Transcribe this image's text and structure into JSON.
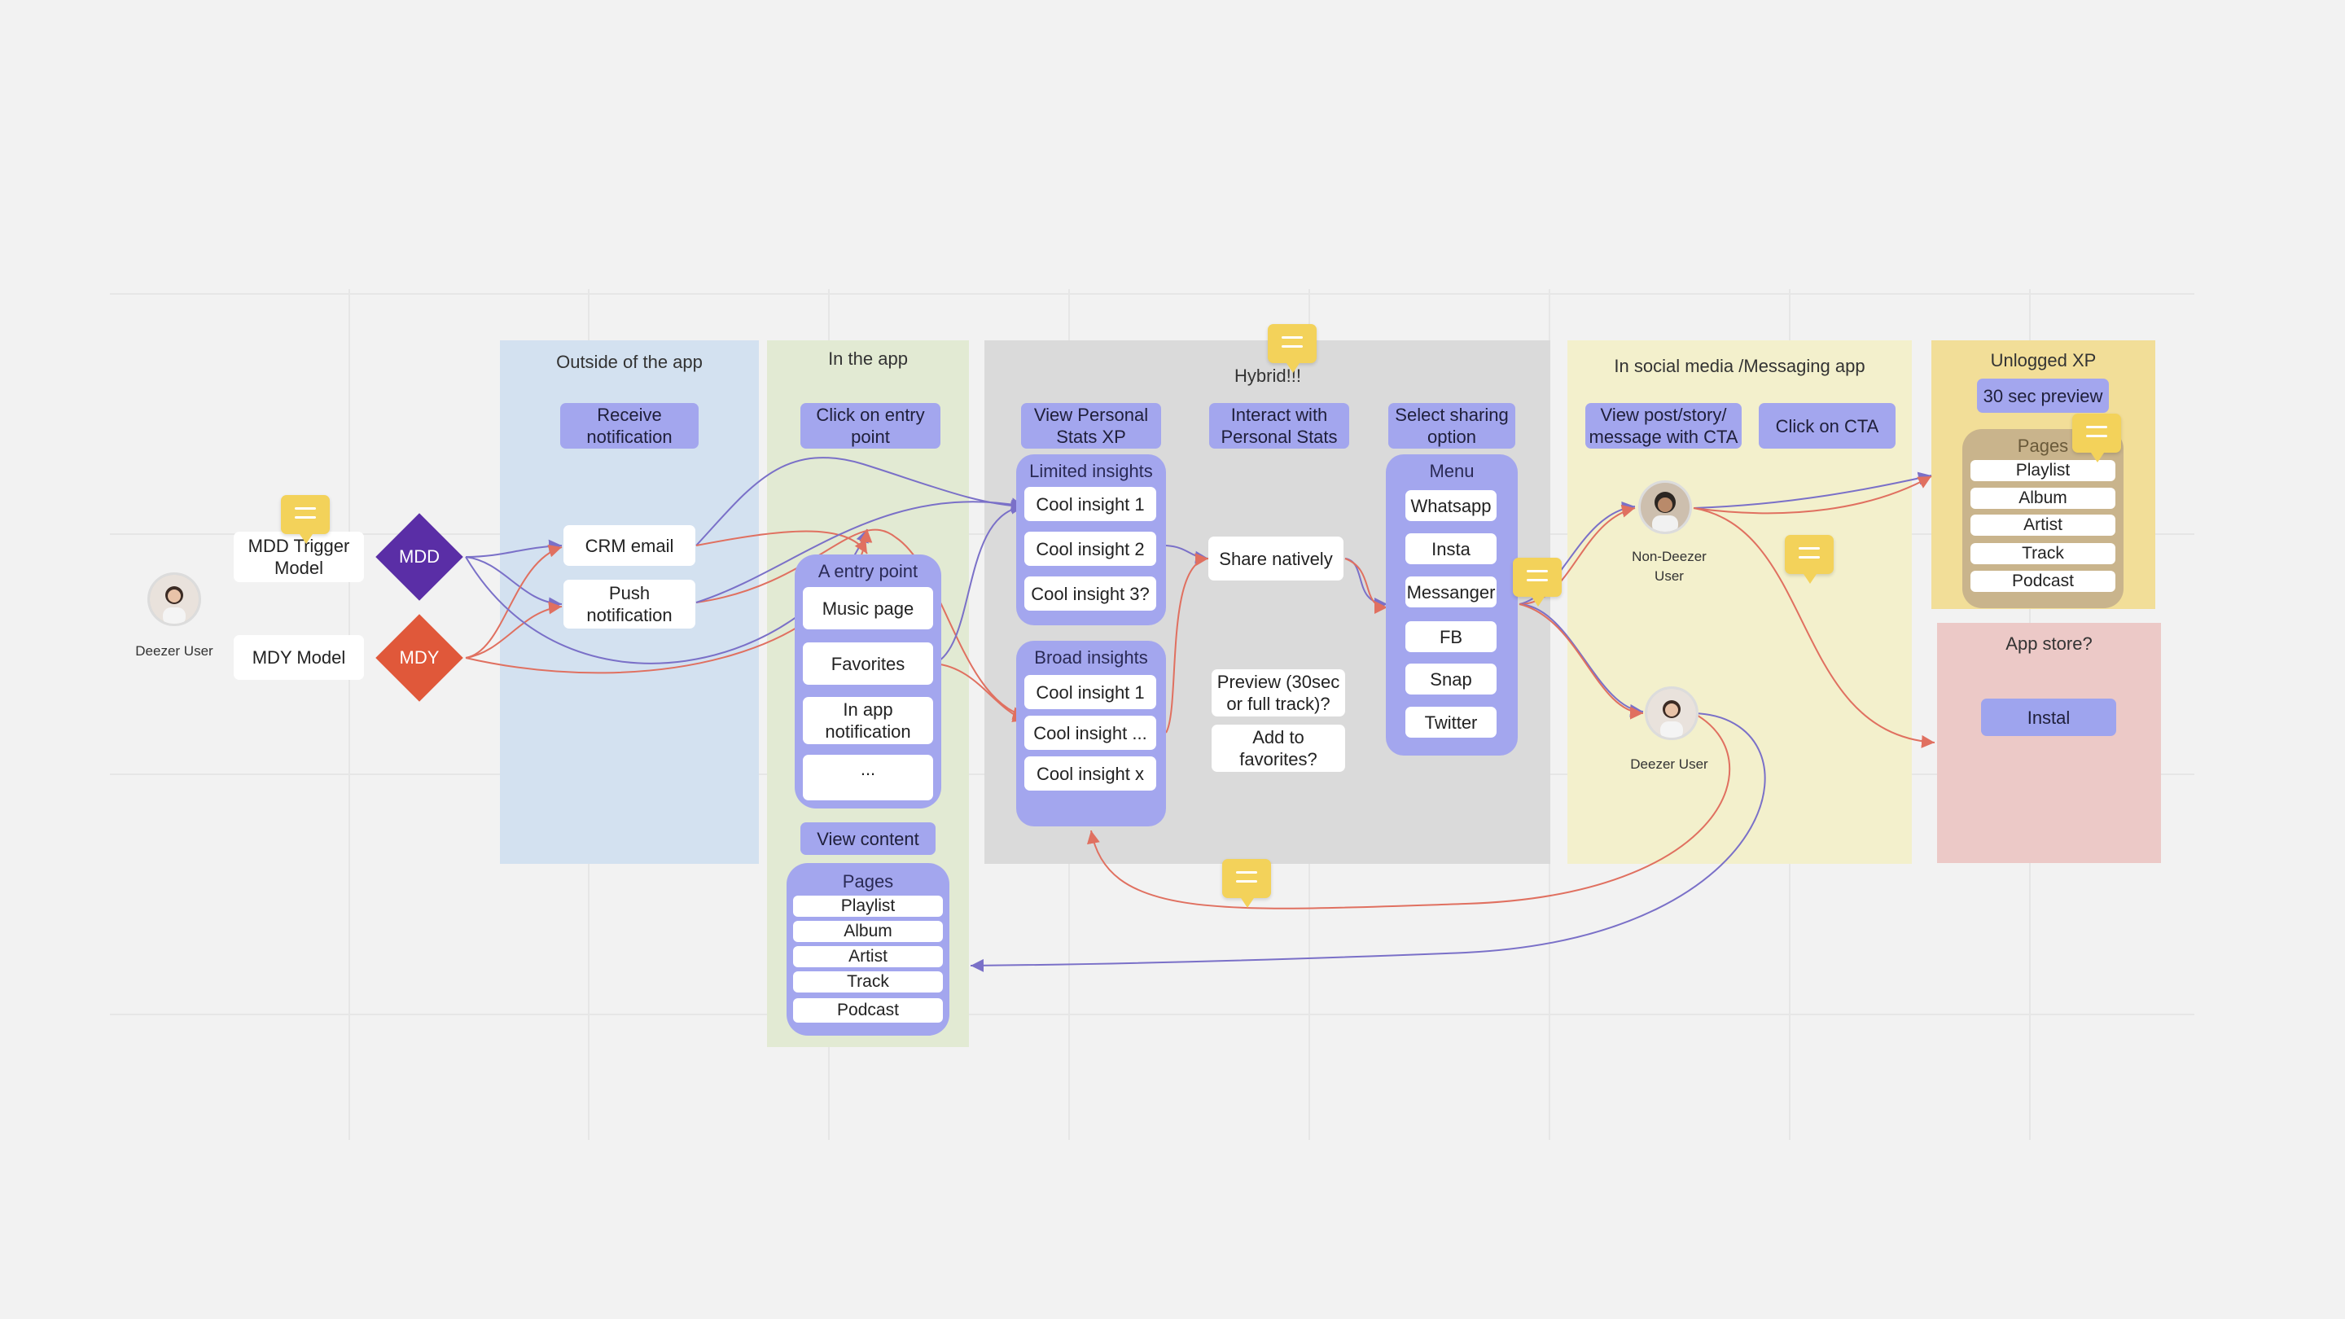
{
  "lanes": {
    "outside": "Outside of the app",
    "inapp": "In the app",
    "hybrid": "Hybrid!!!",
    "social": "In social media /Messaging app",
    "unlogged": "Unlogged XP",
    "appstore": "App store?"
  },
  "actors": {
    "deezer_user_left": "Deezer User",
    "non_deezer_user": "Non-Deezer\nUser",
    "deezer_user_right": "Deezer User"
  },
  "models": {
    "mdd_trigger": "MDD Trigger\nModel",
    "mdy_model": "MDY Model",
    "mdd": "MDD",
    "mdy": "MDY"
  },
  "steps": {
    "receive_notification": "Receive\nnotification",
    "click_entry_point": "Click on entry\npoint",
    "view_content": "View content",
    "view_personal_stats": "View Personal\nStats XP",
    "interact_personal_stats": "Interact with\nPersonal Stats",
    "select_sharing_option": "Select sharing\noption",
    "view_post": "View post/story/\nmessage with CTA",
    "click_cta": "Click on CTA",
    "preview_30sec": "30 sec preview",
    "install": "Instal"
  },
  "notifications": {
    "crm_email": "CRM email",
    "push_notification": "Push\nnotification"
  },
  "entry_point": {
    "title": "A entry point",
    "items": [
      "Music page",
      "Favorites",
      "In app\nnotification",
      "..."
    ]
  },
  "pages_inapp": {
    "title": "Pages",
    "items": [
      "Playlist",
      "Album",
      "Artist",
      "Track",
      "Podcast"
    ]
  },
  "limited_insights": {
    "title": "Limited insights",
    "items": [
      "Cool insight 1",
      "Cool insight 2",
      "Cool insight 3?"
    ]
  },
  "broad_insights": {
    "title": "Broad insights",
    "items": [
      "Cool insight 1",
      "Cool insight ...",
      "Cool insight x"
    ]
  },
  "interactions": {
    "share_natively": "Share natively",
    "preview_question": "Preview (30sec\nor full track)?",
    "add_favorites": "Add to\nfavorites?"
  },
  "share_menu": {
    "title": "Menu",
    "items": [
      "Whatsapp",
      "Insta",
      "Messanger",
      "FB",
      "Snap",
      "Twitter"
    ]
  },
  "pages_unlogged": {
    "title": "Pages",
    "items": [
      "Playlist",
      "Album",
      "Artist",
      "Track",
      "Podcast"
    ]
  },
  "colors": {
    "lane_outside": "#d3e1f0",
    "lane_inapp": "#e2ead3",
    "lane_hybrid": "#dadada",
    "lane_social": "#f3f0cc",
    "lane_unlogged": "#f2de98",
    "lane_appstore": "#ecc9c7",
    "step": "#a3a6ee",
    "mdd": "#5a2ea6",
    "mdy": "#e0583a",
    "edge_purple": "#7a70c8",
    "edge_red": "#e07060",
    "comment": "#f3d25a",
    "pages_unlogged_group": "#c9b48c"
  }
}
